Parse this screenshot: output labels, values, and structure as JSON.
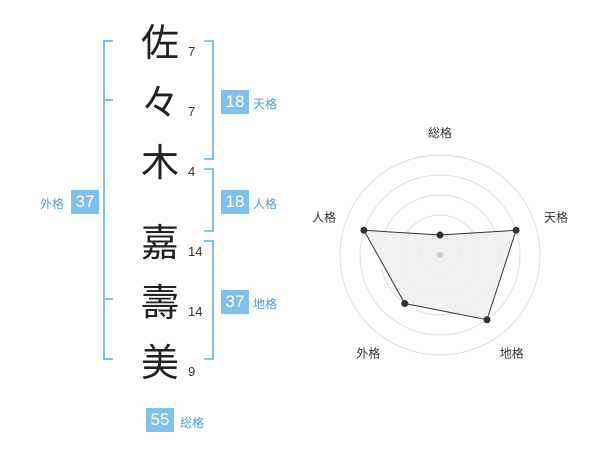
{
  "name": {
    "chars": [
      {
        "char": "佐",
        "strokes": "7"
      },
      {
        "char": "々",
        "strokes": "7"
      },
      {
        "char": "木",
        "strokes": "4"
      },
      {
        "char": "嘉",
        "strokes": "14"
      },
      {
        "char": "壽",
        "strokes": "14"
      },
      {
        "char": "美",
        "strokes": "9"
      }
    ]
  },
  "kakusu": {
    "tenkaku": {
      "value": "18",
      "label": "天格"
    },
    "jinkaku": {
      "value": "18",
      "label": "人格"
    },
    "chikaku": {
      "value": "37",
      "label": "地格"
    },
    "gaikaku": {
      "value": "37",
      "label": "外格"
    },
    "soukaku": {
      "value": "55",
      "label": "総格"
    }
  },
  "colors": {
    "accent": "#7fc0ee",
    "accent_text": "#4a9fdc",
    "radar_fill": "#eeeeee",
    "radar_ring": "#dddddd"
  },
  "chart_data": {
    "type": "radar",
    "axes": [
      "総格",
      "天格",
      "地格",
      "外格",
      "人格"
    ],
    "values": [
      0.2,
      0.8,
      0.8,
      0.6,
      0.8
    ],
    "range": [
      0,
      1
    ],
    "rings": 5
  }
}
